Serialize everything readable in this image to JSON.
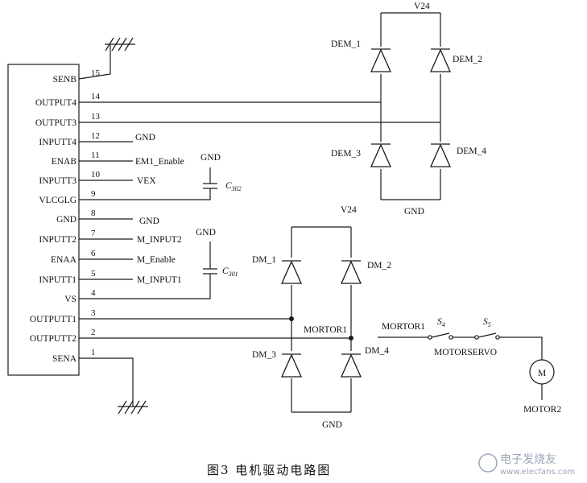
{
  "ic": {
    "pins_left": [
      {
        "num": "15",
        "name": "SENB"
      },
      {
        "num": "14",
        "name": "OUTPUT4"
      },
      {
        "num": "13",
        "name": "OUTPUT3"
      },
      {
        "num": "12",
        "name": "INPUTT4",
        "net": "GND"
      },
      {
        "num": "11",
        "name": "ENAB",
        "net": "EM1_Enable"
      },
      {
        "num": "10",
        "name": "INPUTT3",
        "net": "VEX"
      },
      {
        "num": "9",
        "name": "VLCGLG"
      },
      {
        "num": "8",
        "name": "GND",
        "net": "GND"
      },
      {
        "num": "7",
        "name": "INPUTT2",
        "net": "M_INPUT2"
      },
      {
        "num": "6",
        "name": "ENAA",
        "net": "M_Enable"
      },
      {
        "num": "5",
        "name": "INPUTT1",
        "net": "M_INPUT1"
      },
      {
        "num": "4",
        "name": "VS"
      },
      {
        "num": "3",
        "name": "OUTPUTT1"
      },
      {
        "num": "2",
        "name": "OUTPUTT2"
      },
      {
        "num": "1",
        "name": "SENA"
      }
    ]
  },
  "capacitors": {
    "c302": {
      "gnd": "GND",
      "name": "C",
      "sub": "302"
    },
    "c301": {
      "gnd": "GND",
      "name": "C",
      "sub": "301"
    }
  },
  "bridge_top": {
    "supply": "V24",
    "gnd": "GND",
    "diodes": [
      "DEM_1",
      "DEM_2",
      "DEM_3",
      "DEM_4"
    ]
  },
  "bridge_bottom": {
    "supply": "V24",
    "gnd": "GND",
    "diodes": [
      "DM_1",
      "DM_2",
      "DM_3",
      "DM_4"
    ],
    "node_label": "MORTOR1"
  },
  "motor_circuit": {
    "net_in": "MORTOR1",
    "switch1": {
      "name": "S",
      "sub": "4"
    },
    "switch2": {
      "name": "S",
      "sub": "5"
    },
    "group_label": "MOTORSERVO",
    "motor_symbol": "M",
    "net_out": "MOTOR2"
  },
  "caption": "图3    电机驱动电路图",
  "watermark": {
    "text": "电子发烧友",
    "url": "www.elecfans.com"
  }
}
